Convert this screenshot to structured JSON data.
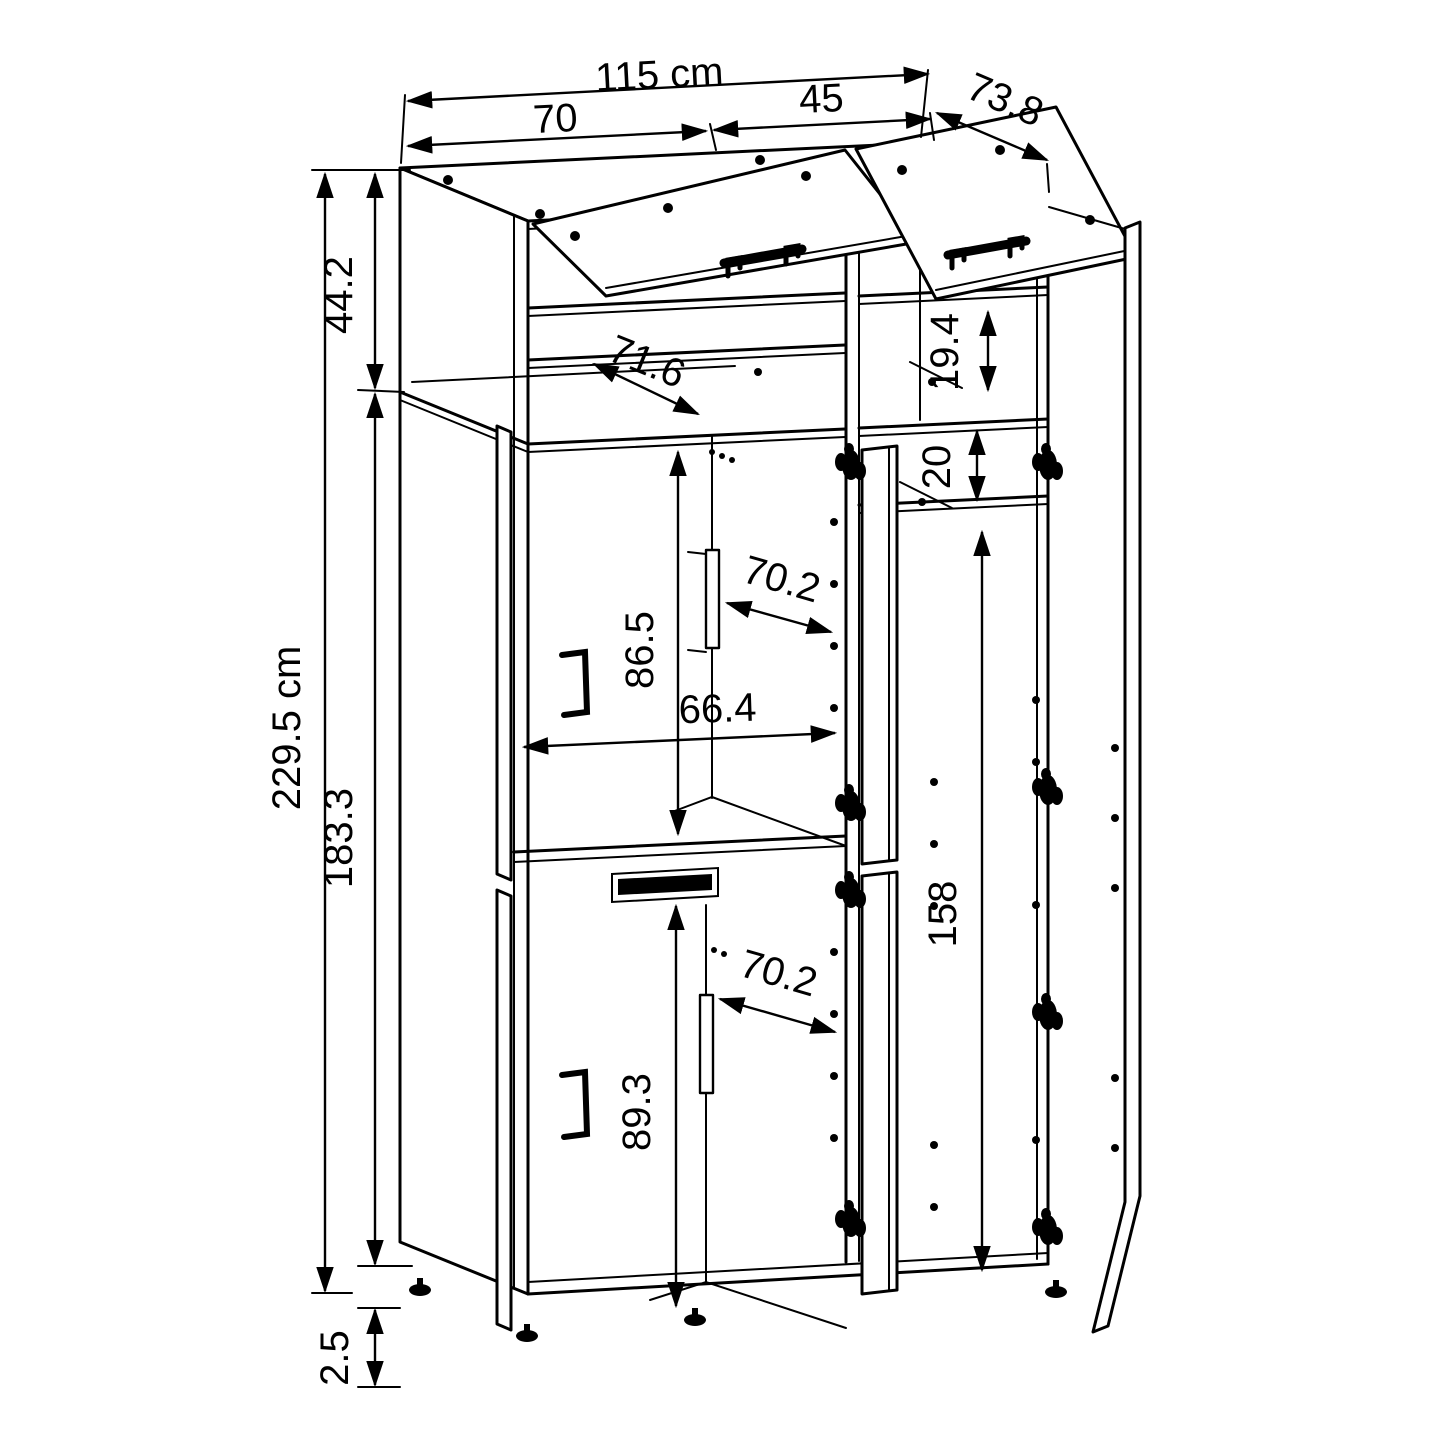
{
  "diagram": {
    "kind": "furniture-dimension-drawing",
    "units_hint": "cm",
    "dims": {
      "width_total": "115 cm",
      "width_left": "70",
      "width_right": "45",
      "depth": "73.8",
      "height_top_unit": "44.2",
      "height_total": "229.5 cm",
      "height_body": "183.3",
      "height_feet": "2.5",
      "inner_depth_top": "71.6",
      "inner_height_top_right": "19.4",
      "inner_height_right_box": "20",
      "inner_height_upper": "86.5",
      "inner_width": "66.4",
      "door_width_upper": "70.2",
      "door_width_lower": "70.2",
      "inner_height_right_tall": "158",
      "inner_height_lower": "89.3"
    }
  }
}
